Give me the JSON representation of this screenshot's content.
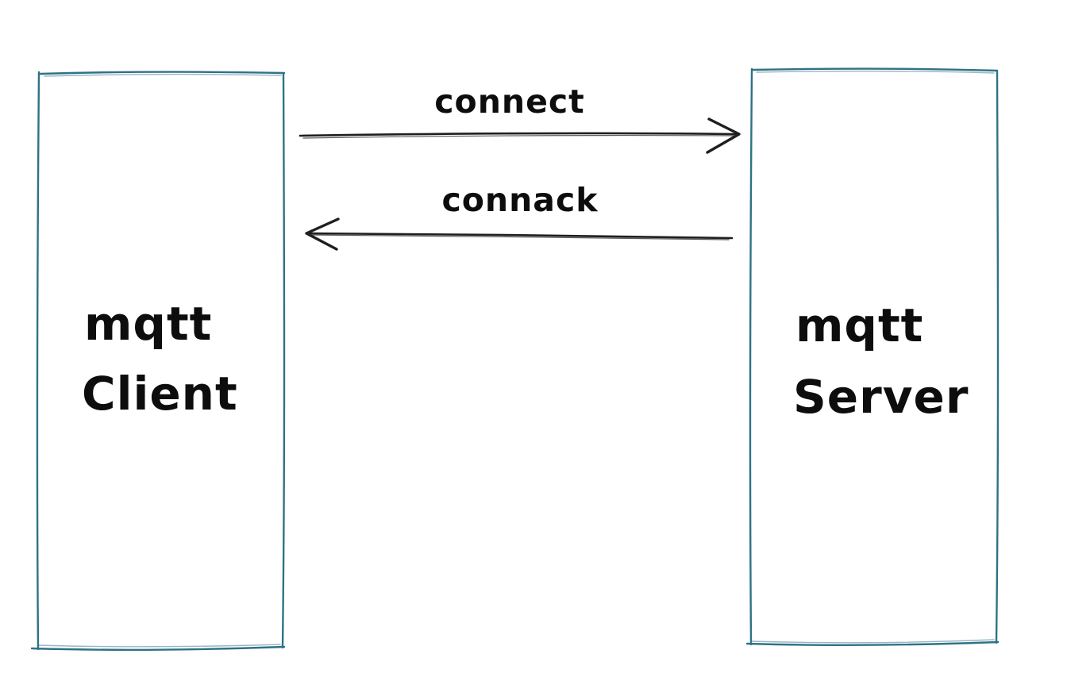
{
  "colors": {
    "background": "#ffffff",
    "box_border": "#2f7286",
    "text": "#0d0d0d",
    "arrow": "#1f1f1f"
  },
  "actors": [
    {
      "id": "client",
      "line1": "mqtt",
      "line2": "Client"
    },
    {
      "id": "server",
      "line1": "mqtt",
      "line2": "Server"
    }
  ],
  "messages": [
    {
      "label": "connect",
      "from": "client",
      "to": "server",
      "direction": "right"
    },
    {
      "label": "connack",
      "from": "server",
      "to": "client",
      "direction": "left"
    }
  ]
}
